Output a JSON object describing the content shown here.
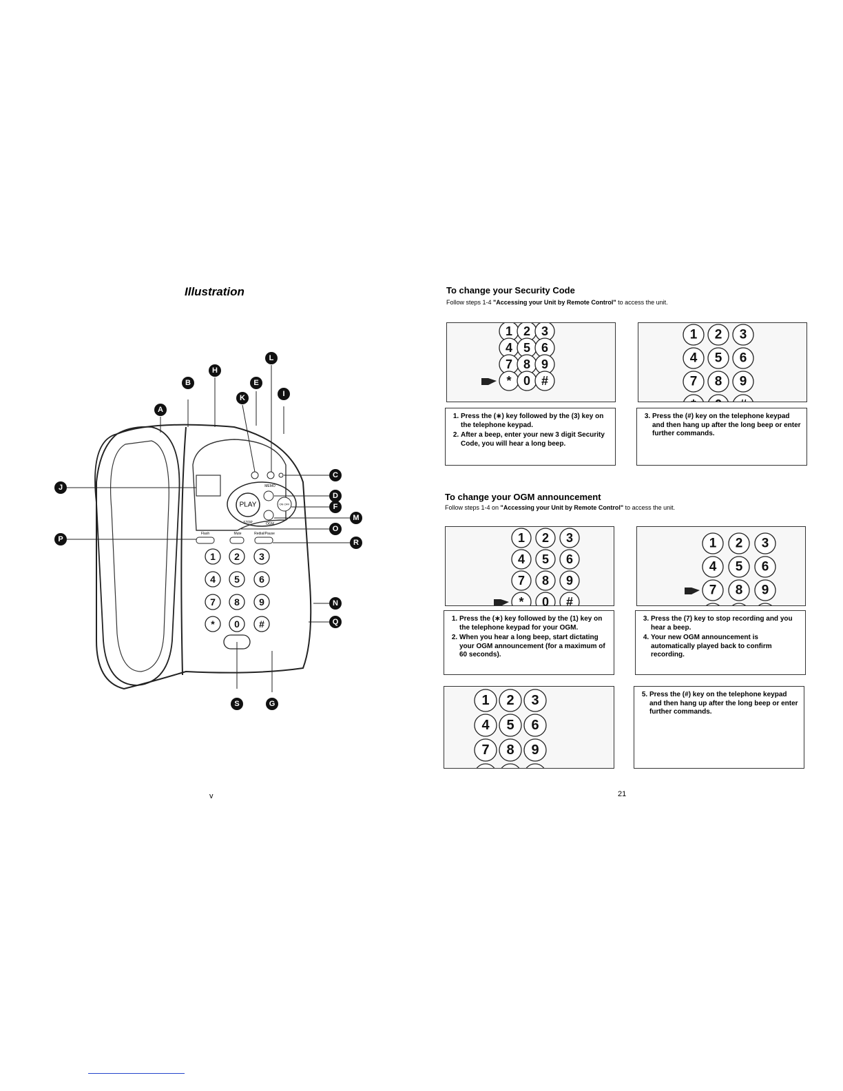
{
  "left_page": {
    "title": "Illustration",
    "page_number": "v",
    "callouts": [
      "A",
      "B",
      "H",
      "K",
      "E",
      "L",
      "I",
      "J",
      "C",
      "D",
      "F",
      "M",
      "O",
      "P",
      "R",
      "N",
      "Q",
      "S",
      "G"
    ],
    "device_labels": {
      "play": "PLAY",
      "stop": "STOP",
      "on_off": "ON OFF",
      "memo": "MEMO",
      "ogm": "OGM",
      "flash": "Flash",
      "mute": "Mute",
      "redial_pause": "Redial/Pause",
      "keys": [
        "1",
        "2",
        "3",
        "4",
        "5",
        "6",
        "7",
        "8",
        "9",
        "*",
        "0",
        "#"
      ]
    }
  },
  "right_page": {
    "page_number": "21",
    "keypad_keys": [
      "1",
      "2",
      "3",
      "4",
      "5",
      "6",
      "7",
      "8",
      "9",
      "*",
      "0",
      "#"
    ],
    "section1": {
      "title": "To change your Security Code",
      "subtitle_pre": "Follow steps 1-4 ",
      "subtitle_bold": "\"Accessing your Unit by Remote Control\"",
      "subtitle_post": " to access the unit.",
      "steps_left": [
        "Press the (∗) key followed by the (3) key on the telephone keypad.",
        "After a beep, enter your new 3 digit Security Code, you will hear a long beep."
      ],
      "steps_right": [
        "Press the (#) key on the telephone keypad and then hang up after the long beep or enter further commands."
      ]
    },
    "section2": {
      "title": "To change your OGM announcement",
      "subtitle_pre": "Follow steps 1-4 on ",
      "subtitle_bold": "\"Accessing your Unit by Remote Control\"",
      "subtitle_post": " to access the unit.",
      "steps_left": [
        "Press the (∗) key followed by the (1) key on the telephone keypad for your OGM.",
        "When you hear a long beep, start dictating your OGM announcement (for a maximum of 60 seconds)."
      ],
      "steps_right": [
        "Press the (7) key to stop recording and you hear a beep.",
        "Your new OGM announcement is automatically played back to confirm recording."
      ],
      "steps_bottom": [
        "Press the (#) key on the telephone keypad and then hang up after the long beep or enter further commands."
      ]
    }
  }
}
